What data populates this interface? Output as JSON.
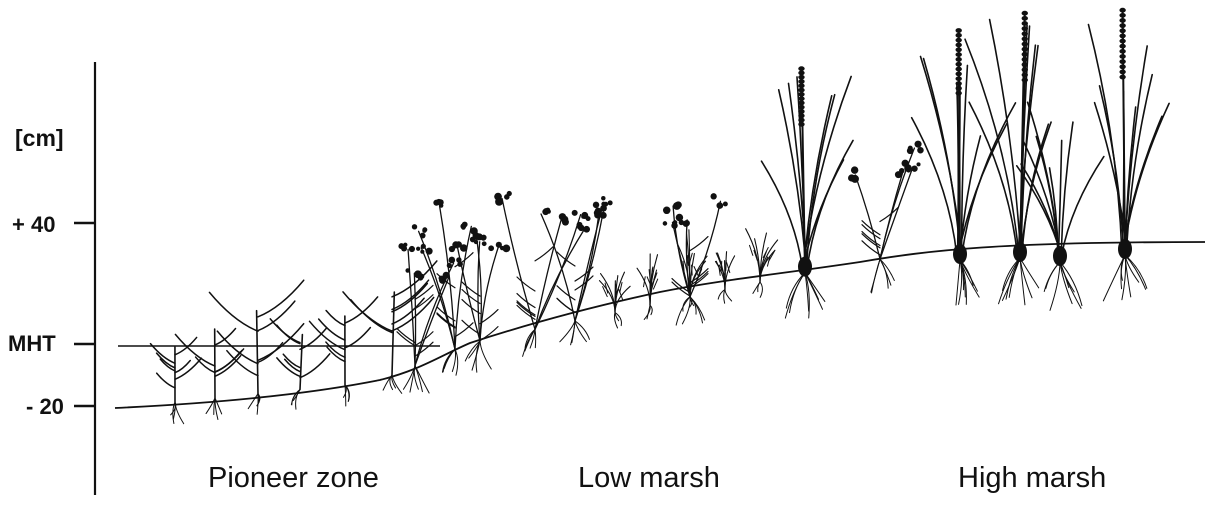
{
  "axis": {
    "unit_label": "[cm]",
    "ticks": [
      "+ 40",
      "MHT",
      "- 20"
    ]
  },
  "zones": [
    {
      "label": "Pioneer zone"
    },
    {
      "label": "Low marsh"
    },
    {
      "label": "High marsh"
    }
  ],
  "colors": {
    "ink": "#111111",
    "background": "#ffffff"
  }
}
